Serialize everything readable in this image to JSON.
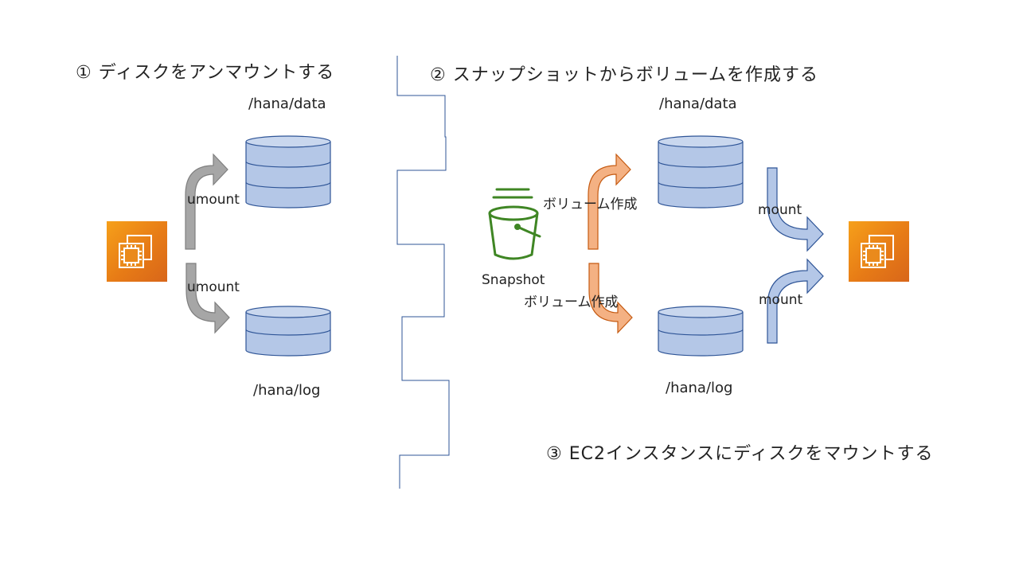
{
  "steps": {
    "step1": "① ディスクをアンマウントする",
    "step2": "② スナップショットからボリュームを作成する",
    "step3": "③ EC2インスタンスにディスクをマウントする"
  },
  "left": {
    "data_path": "/hana/data",
    "log_path": "/hana/log",
    "umount_top": "umount",
    "umount_bottom": "umount",
    "instance_icon": "ec2-instance-icon"
  },
  "right": {
    "data_path": "/hana/data",
    "log_path": "/hana/log",
    "snapshot_label": "Snapshot",
    "create_volume_top": "ボリューム作成",
    "create_volume_bottom": "ボリューム作成",
    "mount_top": "mount",
    "mount_bottom": "mount",
    "instance_icon": "ec2-instance-icon",
    "snapshot_icon": "s3-bucket-icon"
  },
  "colors": {
    "ec2_orange": "#e8831a",
    "disk_blue": "#b4c7e7",
    "gray_arrow": "#a6a6a6",
    "orange_arrow": "#f4b183",
    "blue_arrow": "#b4c7e7",
    "snapshot_green": "#3f8624",
    "divider": "#2f5597"
  }
}
